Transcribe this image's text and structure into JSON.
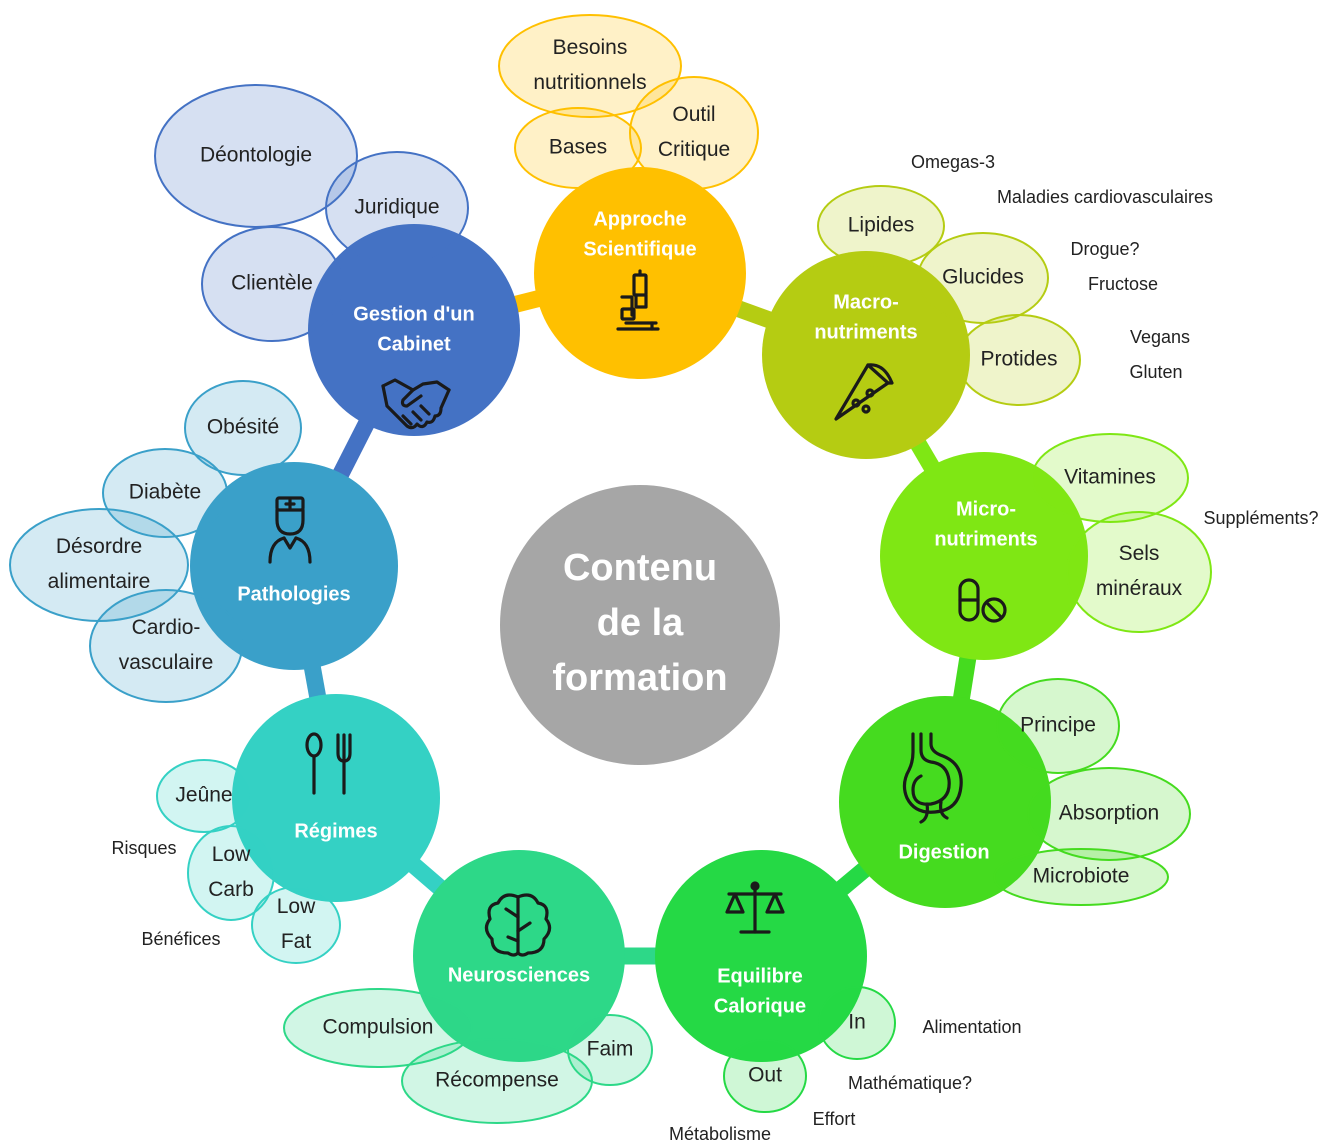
{
  "center": {
    "lines": [
      "Contenu",
      "de la",
      "formation"
    ]
  },
  "topics": [
    {
      "key": "approche",
      "lines": [
        "Approche",
        "Scientifique"
      ],
      "color": "#FFC000",
      "icon": "microscope-icon",
      "bubbles": [
        [
          "Besoins",
          "nutritionnels"
        ],
        [
          "Outil",
          "Critique"
        ],
        [
          "Bases"
        ]
      ],
      "notes": []
    },
    {
      "key": "macro",
      "lines": [
        "Macro-",
        "nutriments"
      ],
      "color": "#B5CC12",
      "icon": "pizza-icon",
      "bubbles": [
        [
          "Lipides"
        ],
        [
          "Glucides"
        ],
        [
          "Protides"
        ]
      ],
      "notes": [
        "Omegas-3",
        "Maladies cardiovasculaires",
        "Drogue?",
        "Fructose",
        "Vegans",
        "Gluten"
      ]
    },
    {
      "key": "micro",
      "lines": [
        "Micro-",
        "nutriments"
      ],
      "color": "#7FE714",
      "icon": "pills-icon",
      "bubbles": [
        [
          "Vitamines"
        ],
        [
          "Sels",
          "minéraux"
        ]
      ],
      "notes": [
        "Suppléments?"
      ]
    },
    {
      "key": "digestion",
      "lines": [
        "Digestion"
      ],
      "color": "#45DB1F",
      "icon": "stomach-icon",
      "bubbles": [
        [
          "Principe"
        ],
        [
          "Absorption"
        ],
        [
          "Microbiote"
        ]
      ],
      "notes": []
    },
    {
      "key": "equilibre",
      "lines": [
        "Equilibre",
        "Calorique"
      ],
      "color": "#25D945",
      "icon": "scale-icon",
      "bubbles": [
        [
          "In"
        ],
        [
          "Out"
        ]
      ],
      "notes": [
        "Alimentation",
        "Mathématique?",
        "Effort",
        "Métabolisme"
      ]
    },
    {
      "key": "neuro",
      "lines": [
        "Neurosciences"
      ],
      "color": "#2DD888",
      "icon": "brain-icon",
      "bubbles": [
        [
          "Compulsion"
        ],
        [
          "Récompense"
        ],
        [
          "Faim"
        ]
      ],
      "notes": []
    },
    {
      "key": "regimes",
      "lines": [
        "Régimes"
      ],
      "color": "#34D1C4",
      "icon": "utensils-icon",
      "bubbles": [
        [
          "Jeûne"
        ],
        [
          "Low",
          "Carb"
        ],
        [
          "Low",
          "Fat"
        ]
      ],
      "notes": [
        "Risques",
        "Bénéfices"
      ]
    },
    {
      "key": "pathologies",
      "lines": [
        "Pathologies"
      ],
      "color": "#3AA0C9",
      "icon": "doctor-icon",
      "bubbles": [
        [
          "Obésité"
        ],
        [
          "Diabète"
        ],
        [
          "Désordre",
          "alimentaire"
        ],
        [
          "Cardio-",
          "vasculaire"
        ]
      ],
      "notes": []
    },
    {
      "key": "gestion",
      "lines": [
        "Gestion d'un",
        "Cabinet"
      ],
      "color": "#4472C4",
      "icon": "handshake-icon",
      "bubbles": [
        [
          "Déontologie"
        ],
        [
          "Juridique"
        ],
        [
          "Clientèle"
        ]
      ],
      "notes": []
    }
  ]
}
